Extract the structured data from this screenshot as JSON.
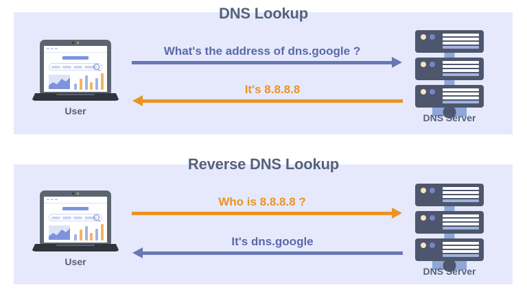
{
  "colors": {
    "panel_bg": "#e6e9fb",
    "page_bg": "#ffffff",
    "title": "#55627c",
    "blue_arrow": "#6778b4",
    "orange_arrow": "#eb9323",
    "server_body": "#4d566c",
    "server_accent": "#8fa6d8",
    "laptop_lid": "#5c6470",
    "laptop_base": "#2f343d"
  },
  "panels": [
    {
      "title": "DNS Lookup",
      "client": {
        "label": "User",
        "icon": "laptop-icon"
      },
      "server": {
        "label": "DNS Server",
        "icon": "server-rack-icon"
      },
      "messages": [
        {
          "text": "What's the address of dns.google ?",
          "direction": "right",
          "color": "#6778b4",
          "from": "User",
          "to": "DNS Server"
        },
        {
          "text": "It's 8.8.8.8",
          "direction": "left",
          "color": "#eb9323",
          "from": "DNS Server",
          "to": "User"
        }
      ]
    },
    {
      "title": "Reverse DNS Lookup",
      "client": {
        "label": "User",
        "icon": "laptop-icon"
      },
      "server": {
        "label": "DNS Server",
        "icon": "server-rack-icon"
      },
      "messages": [
        {
          "text": "Who is 8.8.8.8 ?",
          "direction": "right",
          "color": "#eb9323",
          "from": "User",
          "to": "DNS Server"
        },
        {
          "text": "It's dns.google",
          "direction": "left",
          "color": "#6778b4",
          "from": "DNS Server",
          "to": "User"
        }
      ]
    }
  ],
  "laptop_screen": {
    "bar_chart_heights": [
      9,
      16,
      21,
      11,
      17,
      24
    ],
    "bar_chart_colors": [
      "#9fb2e8",
      "#f4b365",
      "#9fb2e8",
      "#f4b365",
      "#9fb2e8",
      "#f4b365"
    ]
  }
}
